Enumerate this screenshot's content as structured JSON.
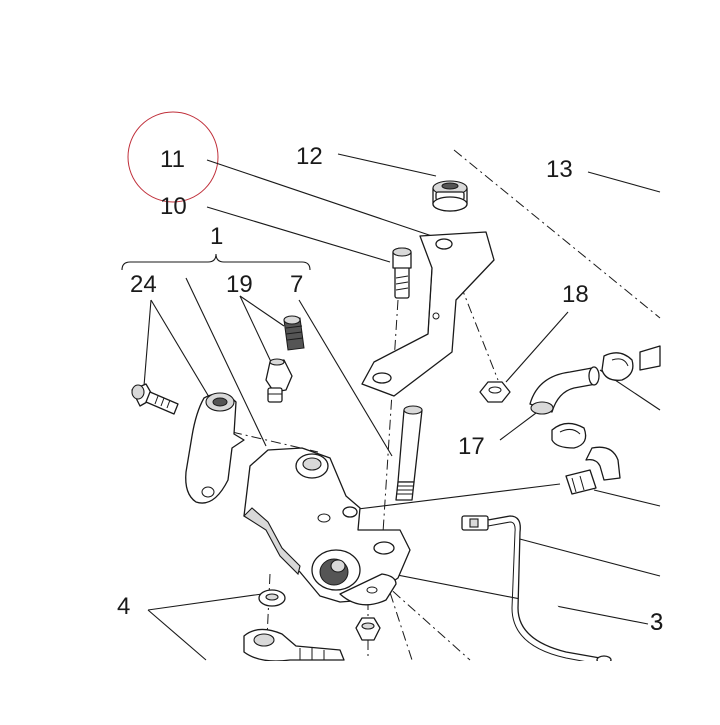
{
  "diagram": {
    "highlight_color": "#c0303b",
    "line_color": "#1a1a1a",
    "callouts": {
      "c11": "11",
      "c12": "12",
      "c13": "13",
      "c10": "10",
      "c1": "1",
      "c24": "24",
      "c19": "19",
      "c7": "7",
      "c18": "18",
      "c17": "17",
      "c4": "4",
      "c3": "3"
    }
  }
}
